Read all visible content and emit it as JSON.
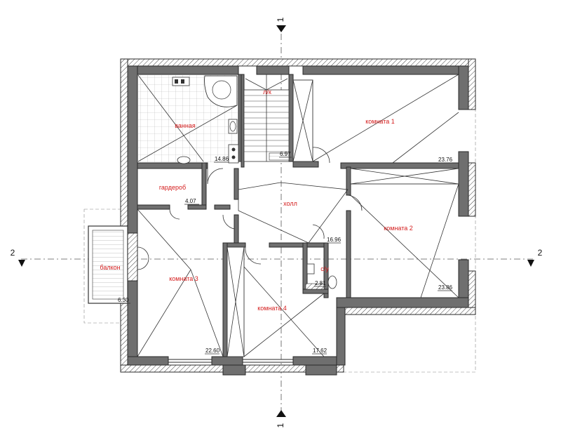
{
  "rooms": {
    "bathroom": "ванная",
    "stair": "л/к",
    "room1": "комната 1",
    "wardrobe": "гардероб",
    "hall": "холл",
    "room2": "комната 2",
    "balcony": "балкон",
    "room3": "комната 3",
    "wc": "с/у",
    "room4": "комната 4"
  },
  "areas": {
    "bathroom": "14.86",
    "stair": "6.97",
    "room1": "23.76",
    "wardrobe": "4.07",
    "hall": "16.96",
    "room2": "23.86",
    "balcony": "6.30",
    "wc": "2.81",
    "room3": "22.60",
    "room4": "17.62"
  },
  "axes": {
    "top": "1",
    "bottom": "1",
    "left": "2",
    "right": "2"
  }
}
